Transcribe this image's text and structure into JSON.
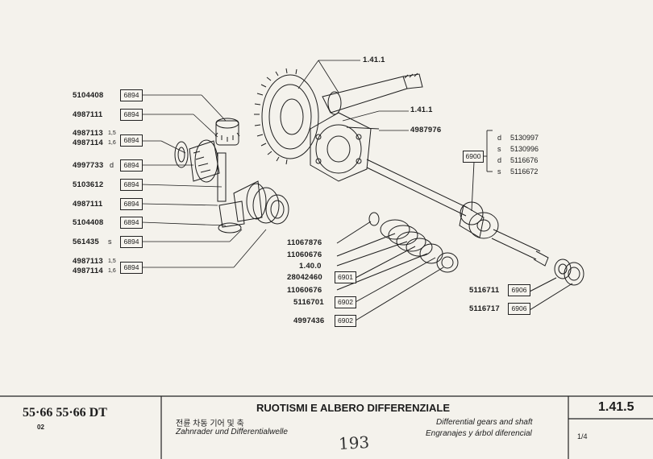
{
  "title_block": {
    "model": "55·66 55·66 DT",
    "model_sub": "02",
    "title_it": "RUOTISMI E ALBERO DIFFERENZIALE",
    "title_ko": "전륜 차동 기어 및 축",
    "title_de": "Zahnrader und Differentialwelle",
    "title_en": "Differential gears and shaft",
    "title_es": "Engranajes y árbol diferencial",
    "page_number": "193",
    "section": "1.41.5",
    "sheet": "1/4"
  },
  "top_refs": {
    "ref_a": "1.41.1",
    "ref_b": "1.41.1",
    "ref_c": "4987976"
  },
  "left_parts": [
    {
      "part": "5104408",
      "suffix": "",
      "code": "6894"
    },
    {
      "part": "4987111",
      "suffix": "",
      "code": "6894"
    },
    {
      "part": "4987113",
      "suffix": "1,5",
      "part2": "4987114",
      "suffix2": "1,6",
      "code": "6894"
    },
    {
      "part": "4997733",
      "suffix": "d",
      "code": "6894"
    },
    {
      "part": "5103612",
      "suffix": "",
      "code": "6894"
    },
    {
      "part": "4987111",
      "suffix": "",
      "code": "6894"
    },
    {
      "part": "5104408",
      "suffix": "",
      "code": "6894"
    },
    {
      "part": "561435",
      "suffix": "s",
      "code": "6894"
    },
    {
      "part": "4987113",
      "suffix": "1,5",
      "part2": "4987114",
      "suffix2": "1,6",
      "code": "6894"
    }
  ],
  "right_group": {
    "code": "6900",
    "items": [
      {
        "side": "d",
        "part": "5130997"
      },
      {
        "side": "s",
        "part": "5130996"
      },
      {
        "side": "d",
        "part": "5116676"
      },
      {
        "side": "s",
        "part": "5116672"
      }
    ]
  },
  "middle_parts": [
    {
      "part": "11067876",
      "code": ""
    },
    {
      "part": "11060676",
      "code": ""
    },
    {
      "part": "1.40.0",
      "code": ""
    },
    {
      "part": "28042460",
      "code": "6901"
    },
    {
      "part": "11060676",
      "code": ""
    },
    {
      "part": "5116701",
      "code": "6902"
    },
    {
      "part": "4997436",
      "code": "6902"
    }
  ],
  "bottom_right_parts": [
    {
      "part": "5116711",
      "code": "6906"
    },
    {
      "part": "5116717",
      "code": "6906"
    }
  ]
}
